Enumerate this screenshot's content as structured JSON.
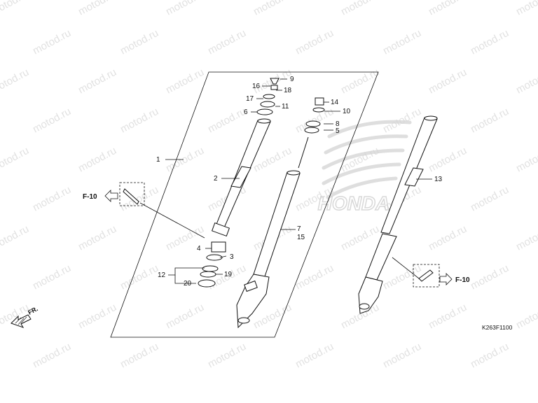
{
  "watermark": {
    "text": "motod.ru"
  },
  "brand": {
    "logo_text": "HONDA",
    "logo_color": "#d6d6d6"
  },
  "drawing_code": "K263F1100",
  "direction": {
    "label": "FR."
  },
  "references": [
    {
      "id": "left",
      "label": "F-10"
    },
    {
      "id": "right",
      "label": "F-10"
    }
  ],
  "callouts": [
    {
      "id": "c1",
      "label": "1"
    },
    {
      "id": "c2",
      "label": "2"
    },
    {
      "id": "c3",
      "label": "3"
    },
    {
      "id": "c4",
      "label": "4"
    },
    {
      "id": "c5",
      "label": "5"
    },
    {
      "id": "c6",
      "label": "6"
    },
    {
      "id": "c7",
      "label": "7"
    },
    {
      "id": "c8",
      "label": "8"
    },
    {
      "id": "c9",
      "label": "9"
    },
    {
      "id": "c10",
      "label": "10"
    },
    {
      "id": "c11",
      "label": "11"
    },
    {
      "id": "c12",
      "label": "12"
    },
    {
      "id": "c13",
      "label": "13"
    },
    {
      "id": "c14",
      "label": "14"
    },
    {
      "id": "c15",
      "label": "15"
    },
    {
      "id": "c16",
      "label": "16"
    },
    {
      "id": "c17",
      "label": "17"
    },
    {
      "id": "c18",
      "label": "18"
    },
    {
      "id": "c19",
      "label": "19"
    },
    {
      "id": "c20",
      "label": "20"
    }
  ]
}
